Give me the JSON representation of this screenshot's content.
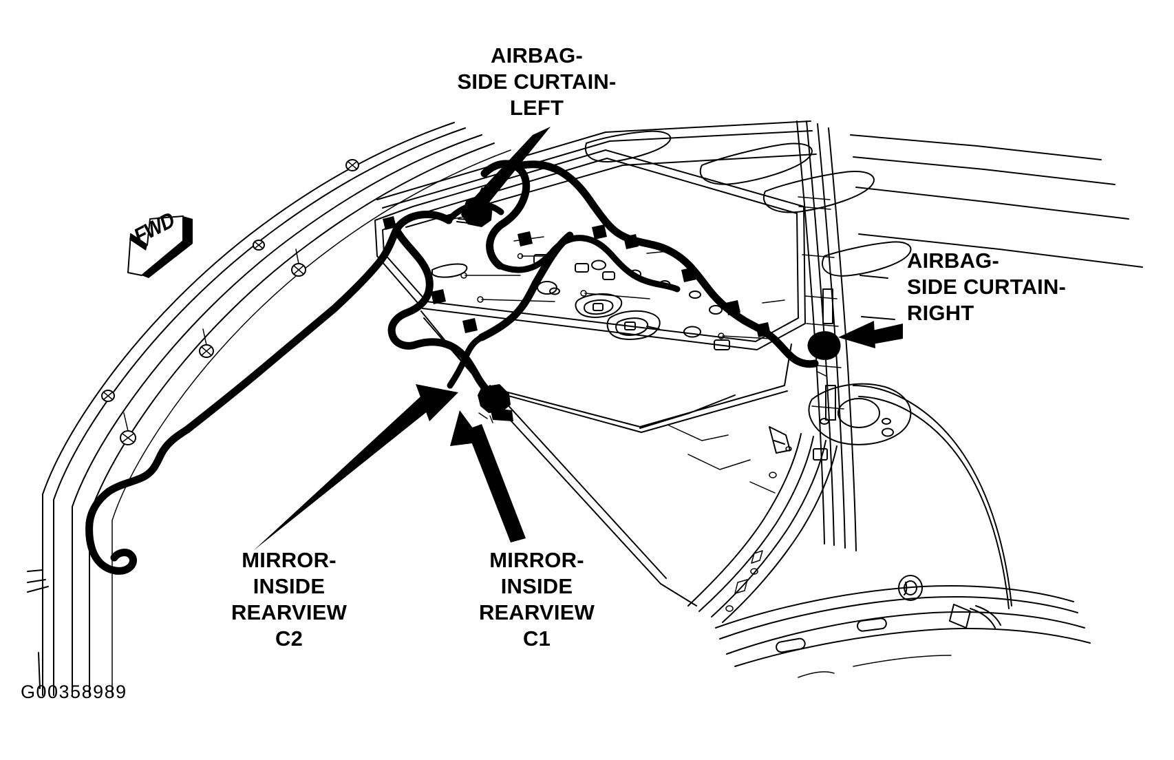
{
  "figure": {
    "id_code": "G00358989",
    "orientation_marker": {
      "name": "forward-direction-arrow",
      "label": "FWD"
    },
    "background_color": "#ffffff",
    "line_color": "#000000",
    "subject": "Side curtain airbag and inside rearview mirror wiring harness routing"
  },
  "callouts": [
    {
      "key": "airbag_side_curtain_left",
      "text": "AIRBAG-\nSIDE CURTAIN-\nLEFT",
      "align": "center",
      "leader": "arrow-down-left"
    },
    {
      "key": "airbag_side_curtain_right",
      "text": "AIRBAG-\nSIDE CURTAIN-\nRIGHT",
      "align": "left",
      "leader": "arrow-left"
    },
    {
      "key": "mirror_inside_rearview_c2",
      "text": "MIRROR-\nINSIDE\nREARVIEW\nC2",
      "align": "center",
      "leader": "arrow-up-right"
    },
    {
      "key": "mirror_inside_rearview_c1",
      "text": "MIRROR-\nINSIDE\nREARVIEW\nC1",
      "align": "center",
      "leader": "arrow-up-left"
    }
  ],
  "labels": {
    "airbag_left": "AIRBAG-\nSIDE CURTAIN-\nLEFT",
    "airbag_right": "AIRBAG-\nSIDE CURTAIN-\nRIGHT",
    "mirror_c2": "MIRROR-\nINSIDE\nREARVIEW\nC2",
    "mirror_c1": "MIRROR-\nINSIDE\nREARVIEW\nC1",
    "fwd": "FWD",
    "figure_id": "G00358989"
  }
}
